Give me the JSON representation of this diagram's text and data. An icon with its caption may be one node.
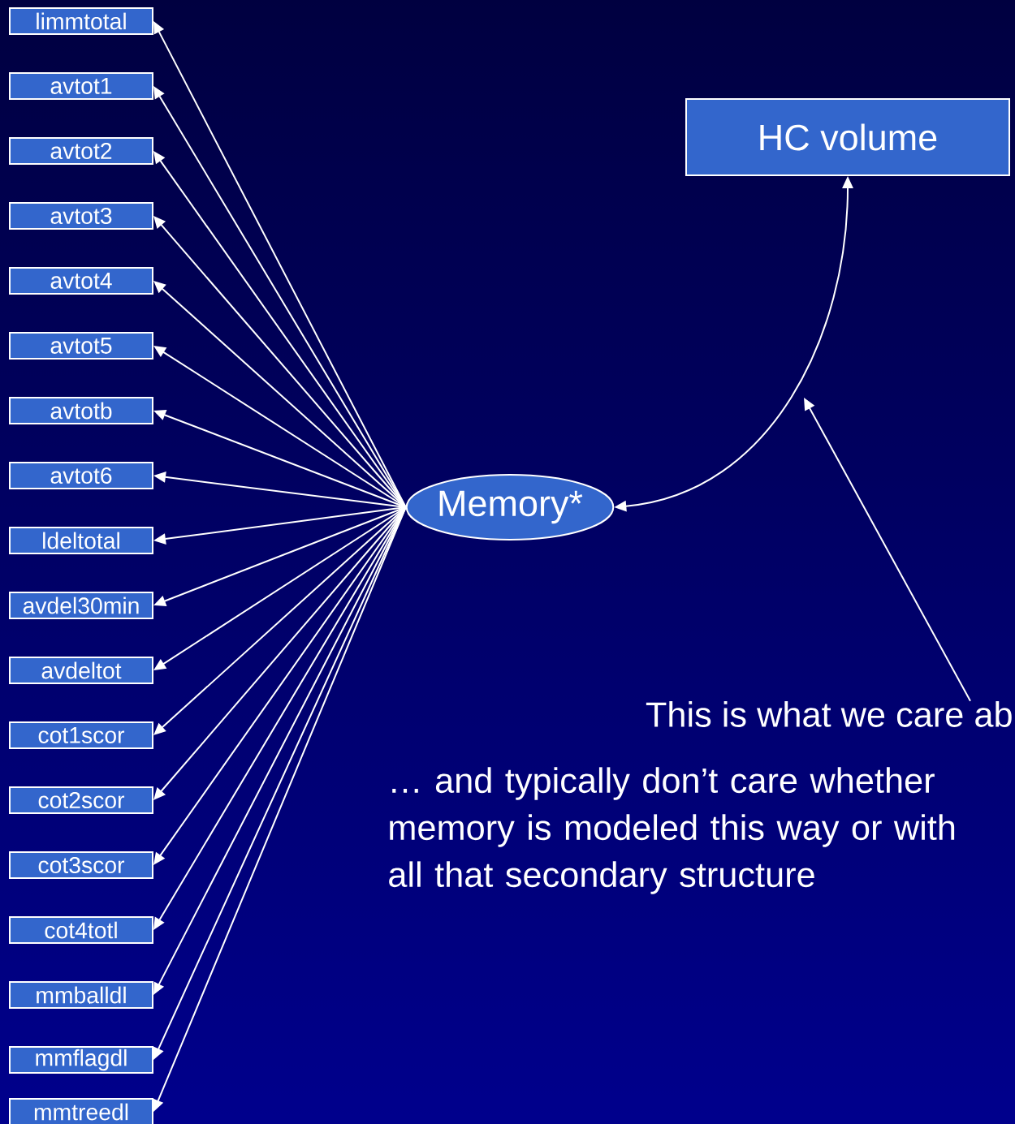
{
  "diagram": {
    "nodes": [
      {
        "text": [
          "limmtotal"
        ]
      },
      {
        "text": [
          "avtot1"
        ]
      },
      {
        "text": [
          "avtot2"
        ]
      },
      {
        "text": [
          "avtot3"
        ]
      },
      {
        "text": [
          "avtot4"
        ]
      },
      {
        "text": [
          "avtot5"
        ]
      },
      {
        "text": [
          "avtotb"
        ]
      },
      {
        "text": [
          "avtot6"
        ]
      },
      {
        "text": [
          "ldeltotal"
        ]
      },
      {
        "text": [
          "avdel30min"
        ]
      },
      {
        "text": [
          "avdeltot"
        ]
      },
      {
        "text": [
          "cot1scor"
        ]
      },
      {
        "text": [
          "cot2scor"
        ]
      },
      {
        "text": [
          "cot3scor"
        ]
      },
      {
        "text": [
          "cot4totl"
        ]
      },
      {
        "text": [
          "mmballdl"
        ]
      },
      {
        "text": [
          "mmflagdl"
        ]
      },
      {
        "text": [
          "mmtreedl"
        ]
      },
      {
        "text": [
          "Memory*"
        ]
      },
      {
        "text": [
          "HC volume"
        ]
      },
      {
        "text": [
          "This is what we care ab"
        ]
      }
    ],
    "edges": [
      {
        "from": 18,
        "to": 0,
        "arrow": "to"
      },
      {
        "from": 18,
        "to": 1,
        "arrow": "to"
      },
      {
        "from": 18,
        "to": 2,
        "arrow": "to"
      },
      {
        "from": 18,
        "to": 3,
        "arrow": "to"
      },
      {
        "from": 18,
        "to": 4,
        "arrow": "to"
      },
      {
        "from": 18,
        "to": 5,
        "arrow": "to"
      },
      {
        "from": 18,
        "to": 6,
        "arrow": "to"
      },
      {
        "from": 18,
        "to": 7,
        "arrow": "to"
      },
      {
        "from": 18,
        "to": 8,
        "arrow": "to"
      },
      {
        "from": 18,
        "to": 9,
        "arrow": "to"
      },
      {
        "from": 18,
        "to": 10,
        "arrow": "to"
      },
      {
        "from": 18,
        "to": 11,
        "arrow": "to"
      },
      {
        "from": 18,
        "to": 12,
        "arrow": "to"
      },
      {
        "from": 18,
        "to": 13,
        "arrow": "to"
      },
      {
        "from": 18,
        "to": 14,
        "arrow": "to"
      },
      {
        "from": 18,
        "to": 15,
        "arrow": "to"
      },
      {
        "from": 18,
        "to": 16,
        "arrow": "to"
      },
      {
        "from": 18,
        "to": 17,
        "arrow": "to"
      },
      {
        "from": 18,
        "to": 19,
        "arrow": "both"
      },
      {
        "from": 20,
        "to": null,
        "arrow": "to"
      }
    ],
    "labels": [
      "… and typically don’t care whether memory is modeled this way or with all that secondary structure"
    ]
  }
}
